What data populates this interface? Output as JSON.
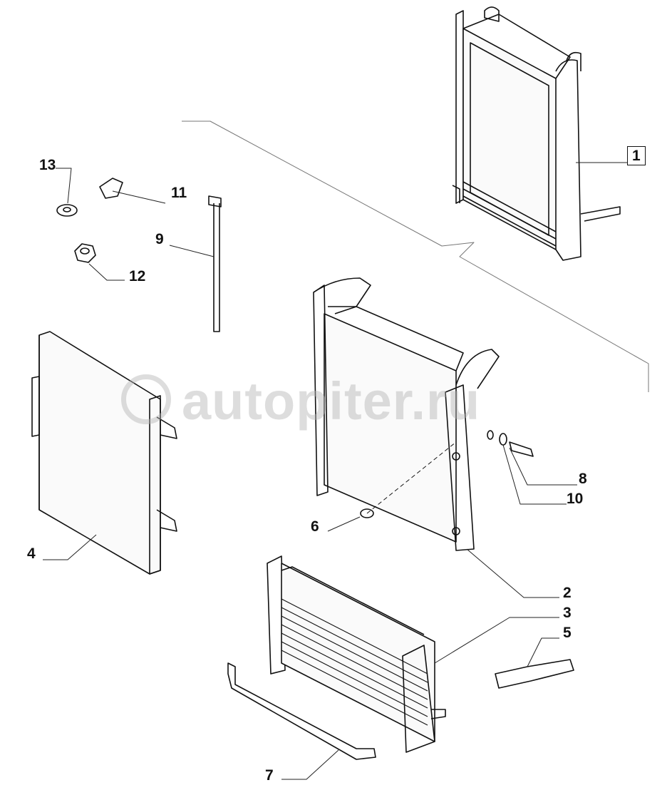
{
  "diagram": {
    "watermark": "autopiter.ru",
    "callouts": {
      "c1": "1",
      "c2": "2",
      "c3": "3",
      "c4": "4",
      "c5": "5",
      "c6": "6",
      "c7": "7",
      "c8": "8",
      "c9": "9",
      "c10": "10",
      "c11": "11",
      "c12": "12",
      "c13": "13"
    }
  }
}
